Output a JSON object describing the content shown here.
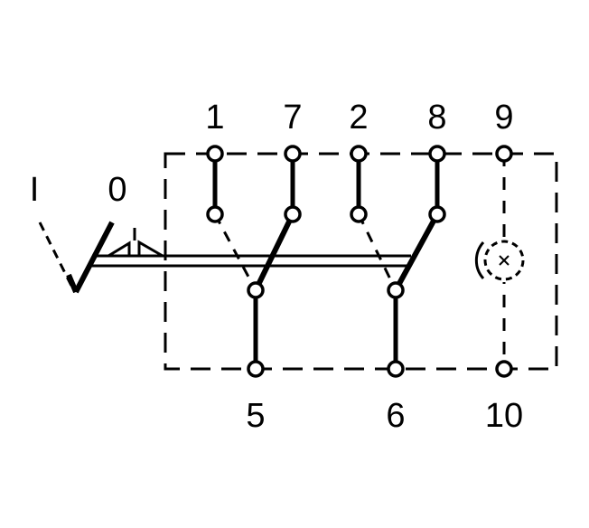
{
  "diagram": {
    "positions": {
      "on": "I",
      "off": "0"
    },
    "top_terminals": [
      "1",
      "7",
      "2",
      "8",
      "9"
    ],
    "bottom_terminals": [
      "5",
      "6",
      "10"
    ],
    "colors": {
      "line": "#000000",
      "background": "#ffffff"
    }
  }
}
